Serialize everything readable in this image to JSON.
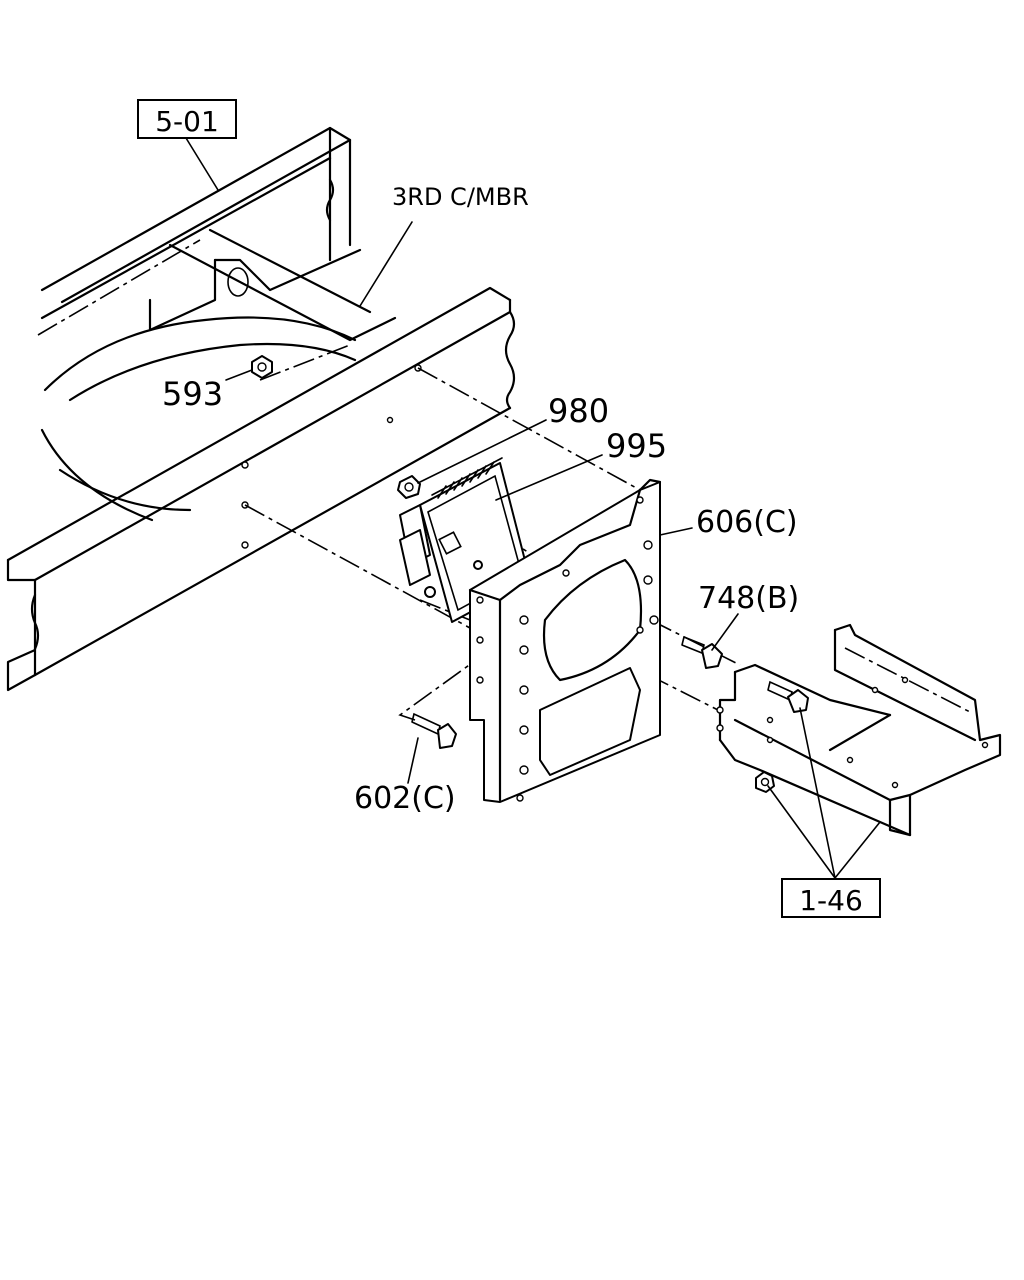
{
  "callouts": {
    "ref_5_01": "5-01",
    "ref_1_46": "1-46",
    "third_cross_member": "3RD C/MBR",
    "p593": "593",
    "p980": "980",
    "p995": "995",
    "p606c": "606(C)",
    "p748b": "748(B)",
    "p602c": "602(C)"
  }
}
